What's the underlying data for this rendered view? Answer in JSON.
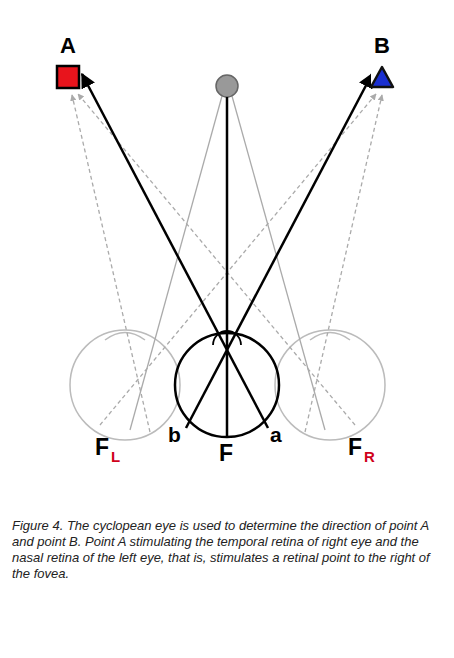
{
  "diagram": {
    "caption": "Figure 4. The cyclopean eye is used to determine the direction of point A and point B. Point A stimulating the temporal retina of right eye and the nasal retina of the left eye, that is, stimulates a retinal point to the right of the fovea.",
    "nodes": [
      {
        "text": [
          "A"
        ]
      },
      {
        "text": [
          "B"
        ]
      }
    ],
    "labels": [
      "F",
      "L",
      "b",
      "F",
      "a",
      "F",
      "R"
    ]
  }
}
